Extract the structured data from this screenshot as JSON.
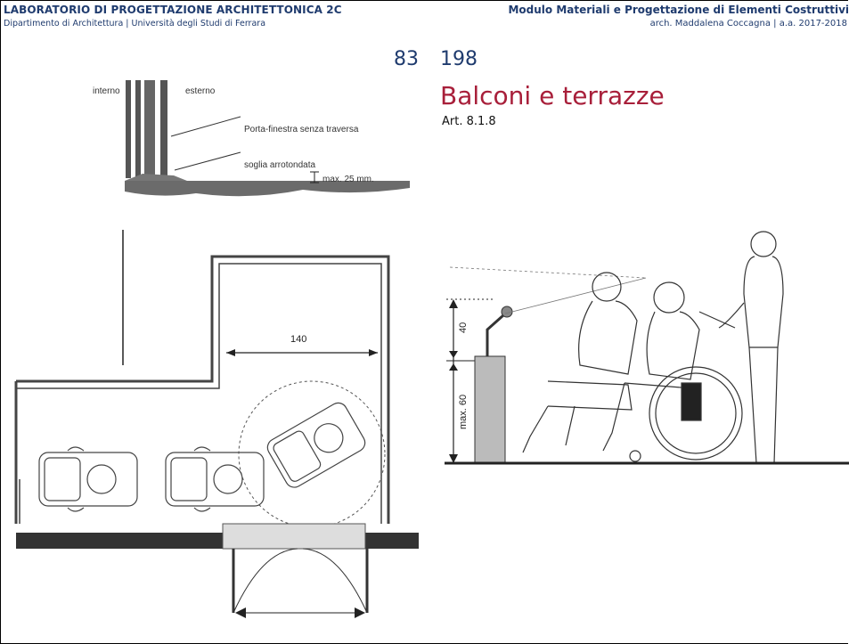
{
  "header": {
    "left_title": "LABORATORIO DI PROGETTAZIONE ARCHITETTONICA 2C",
    "left_subtitle": "Dipartimento di Architettura | Università degli Studi di Ferrara",
    "right_title": "Modulo Materiali e Progettazione di Elementi Costruttivi",
    "right_subtitle": "arch. Maddalena Coccagna | a.a. 2017-2018"
  },
  "page_numbers": {
    "left": "83",
    "right": "198"
  },
  "slide": {
    "title": "Balconi e terrazze",
    "subtitle": "Art. 8.1.8"
  },
  "threshold_detail": {
    "interior_label": "interno",
    "exterior_label": "esterno",
    "door_label": "Porta-finestra senza traversa",
    "sill_label": "soglia arrotondata",
    "max_label": "max. 25 mm."
  },
  "plan_drawing": {
    "width_label": "140"
  },
  "section_drawing": {
    "dim_top_label": "40",
    "dim_bottom_label": "max. 60"
  }
}
